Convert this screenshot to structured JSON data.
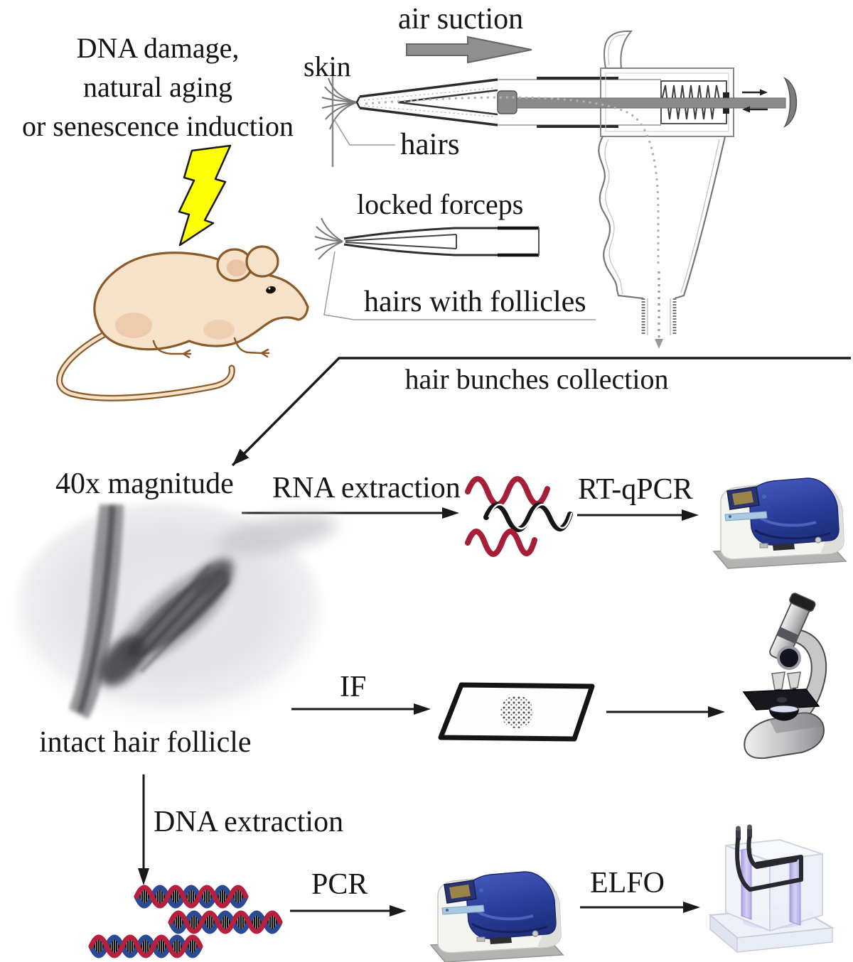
{
  "title_block": {
    "line1": "DNA damage,",
    "line2": "natural aging",
    "line3": "or senescence induction"
  },
  "device_labels": {
    "air_suction": "air suction",
    "skin": "skin",
    "hairs": "hairs",
    "locked_forceps": "locked forceps",
    "hairs_with_follicles": "hairs with follicles"
  },
  "workflow_labels": {
    "hair_bunches_collection": "hair bunches collection",
    "magnitude": "40x magnitude",
    "intact_hair_follicle": "intact hair follicle",
    "rna_extraction": "RNA extraction",
    "rt_qpcr": "RT-qPCR",
    "if_stain": "IF",
    "dna_extraction": "DNA extraction",
    "pcr": "PCR",
    "elfo": "ELFO"
  },
  "icons": {
    "lightning_bolt": "yellow-lightning-bolt",
    "mouse": "lab-mouse",
    "suction_device": "hair-suction-gun",
    "forceps": "locked-forceps",
    "micrograph": "hair-follicle-40x-micrograph",
    "rna": "rna-strands",
    "slide": "microscope-slide-with-specimen",
    "microscope": "light-microscope",
    "dna": "dna-double-helix",
    "thermocycler": "pcr-machine",
    "electrophoresis": "gel-electrophoresis-tank"
  },
  "colors": {
    "bolt_yellow": "#ffff05",
    "mouse_cream": "#f6e2c8",
    "mouse_outline": "#8a5a28",
    "rna_red": "#a51f38",
    "dna_red": "#b6203e",
    "dna_blue": "#2b4a96",
    "machine_blue": "#2b3f9e",
    "gel_purple": "#b3abe6",
    "suction_gray": "#8f8f8f"
  }
}
